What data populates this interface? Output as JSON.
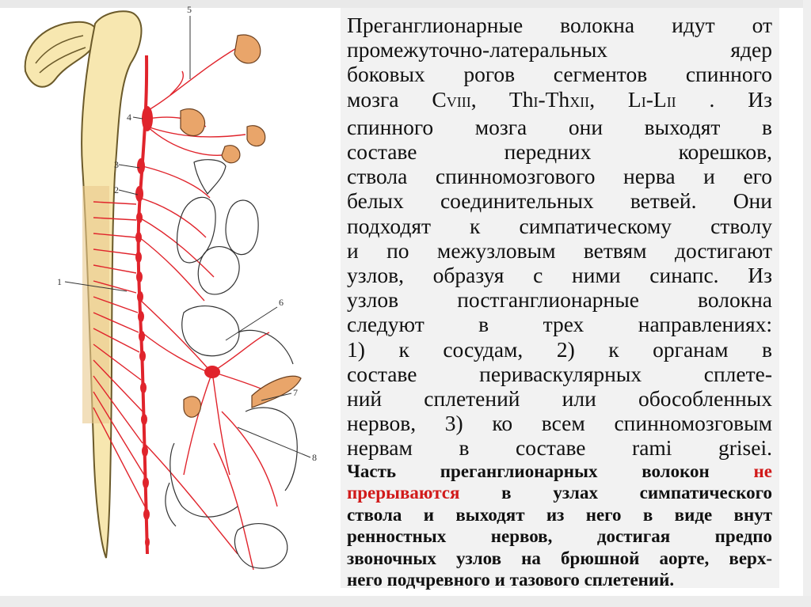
{
  "figure": {
    "labels": [
      "1",
      "2",
      "3",
      "4",
      "5",
      "6",
      "7",
      "8"
    ]
  },
  "text": {
    "line01": "Преганглионарные волокна идут от",
    "line02a": "промежуточно-латеральных",
    "line02b": "ядер",
    "line03": "боковых рогов сегментов спинного",
    "line04_pre": "мозга C",
    "line04_sub1": "VIII",
    "line04_mid1": ", Th",
    "line04_sub2": "I",
    "line04_mid2": "-Th",
    "line04_sub3": "XII",
    "line04_mid3": ", L",
    "line04_sub4": "I",
    "line04_mid4": "-L",
    "line04_sub5": "II",
    "line04_post": ". Из",
    "line05": "спинного мозга они выходят в",
    "line06a": "составе",
    "line06b": "передних",
    "line06c": "корешков,",
    "line07": "ствола спинномозгового нерва и его",
    "line08": "белых соединительных ветвей. Они",
    "line09": "подходят к симпатическому стволу",
    "line10": "и по межузловым ветвям достигают",
    "line11": "узлов, образуя с ними синапс. Из",
    "line12": "узлов постганглионарные волокна",
    "line13": "следуют в трех направлениях:",
    "line14": "1)   к сосудам, 2) к органам в",
    "line15": "составе периваскулярных сплете-",
    "line16": "ний сплетений или обособленных",
    "line17": "нервов, 3) ко всем спинномозговым",
    "line18": "нервам в составе rami grisei.",
    "line19_pre": "Часть преганглионарных волокон",
    "line19_red": "не",
    "line20_red": "прерываются",
    "line20_post": "в узлах симпатического",
    "line21": "ствола и выходят из него в виде внут",
    "line22": "ренностных нервов, достигая предпо",
    "line23": "звоночных узлов на брюшной аорте, верх-",
    "line24": "него подчревного и тазового сплетений."
  },
  "colors": {
    "nerve": "#e0242c",
    "spinal_cord": "#f7e7b0",
    "organ": "#e9a56a",
    "panel": "#f2f2f2"
  }
}
